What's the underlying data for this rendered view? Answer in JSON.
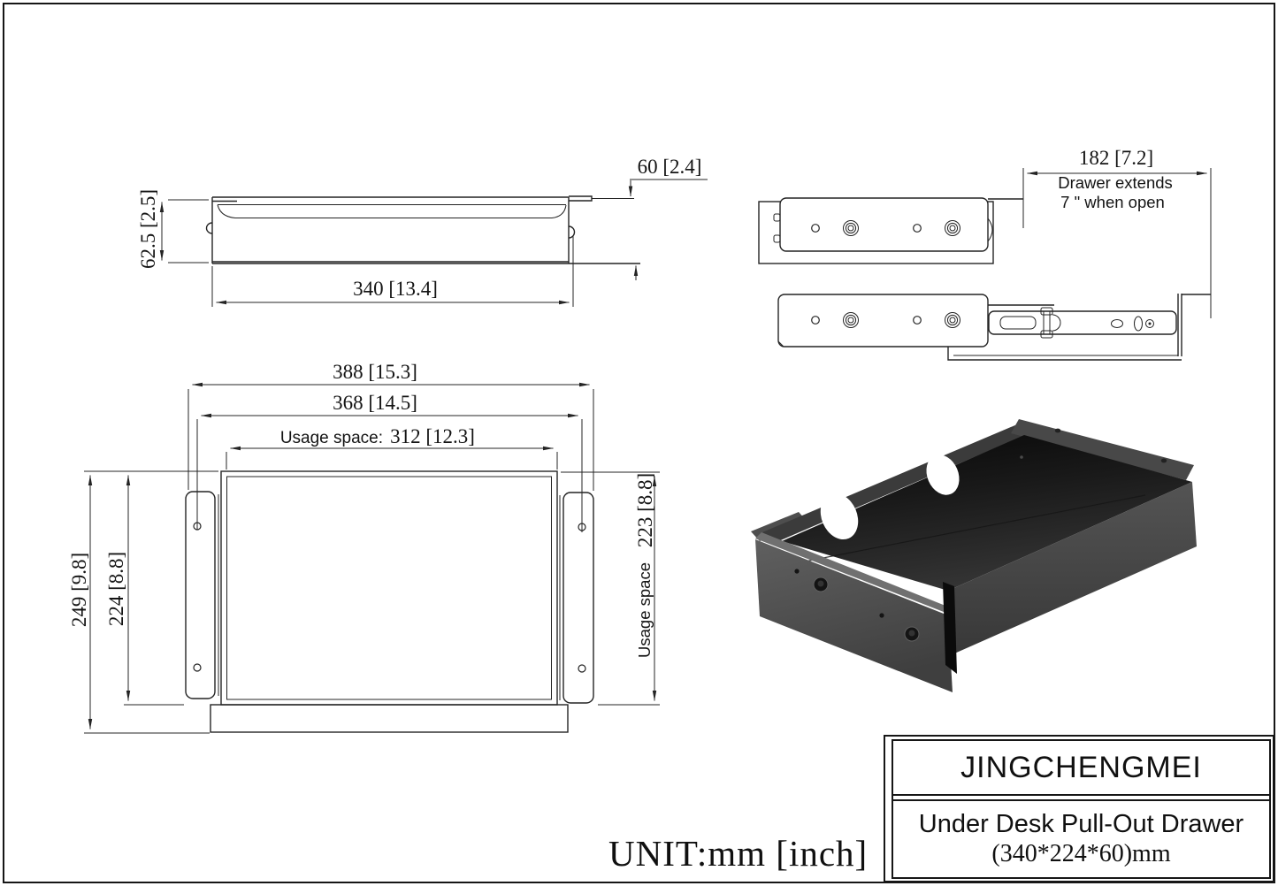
{
  "page": {
    "unit_note": "UNIT:mm [inch]"
  },
  "title_block": {
    "brand": "JINGCHENGMEI",
    "product": "Under Desk Pull-Out Drawer",
    "size": "(340*224*60)mm"
  },
  "side_view": {
    "height_total": "62.5 [2.5]",
    "width": "340 [13.4]",
    "height_body": "60 [2.4]"
  },
  "slide_view": {
    "extension": "182 [7.2]",
    "note_line1": "Drawer extends",
    "note_line2": "7 \" when open"
  },
  "top_view": {
    "overall_width": "388 [15.3]",
    "mount_hole_span": "368 [14.5]",
    "usage_width_label": "Usage space:",
    "usage_width": "312 [12.3]",
    "overall_depth": "249 [9.8]",
    "body_depth": "224 [8.8]",
    "usage_depth_label": "Usage space",
    "usage_depth": "223 [8.8]"
  }
}
